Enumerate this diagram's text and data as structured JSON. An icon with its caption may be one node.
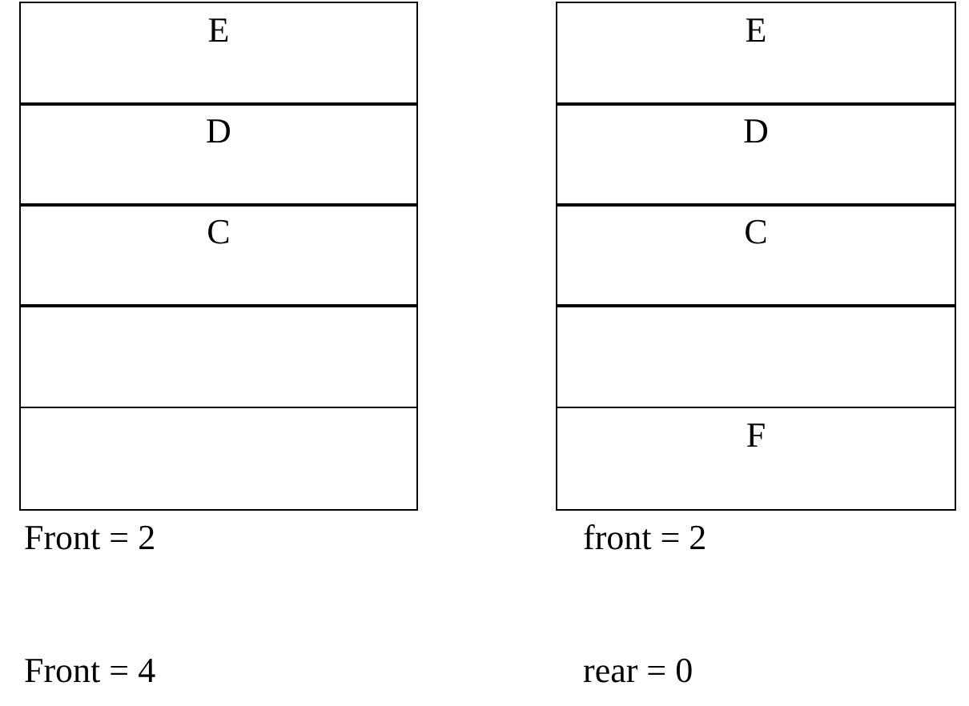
{
  "diagram": {
    "nodes": [
      {
        "text": [
          "E"
        ]
      },
      {
        "text": [
          "D"
        ]
      },
      {
        "text": [
          "C"
        ]
      },
      {
        "text": [],
        "shape": "box"
      },
      {
        "text": [],
        "shape": "box"
      },
      {
        "text": [
          "E"
        ]
      },
      {
        "text": [
          "D"
        ]
      },
      {
        "text": [
          "C"
        ]
      },
      {
        "text": [],
        "shape": "box"
      },
      {
        "text": [
          "F"
        ]
      }
    ],
    "edges": [],
    "labels": [
      "Front = 2",
      "front = 2",
      "Front = 4",
      "rear = 0"
    ]
  }
}
